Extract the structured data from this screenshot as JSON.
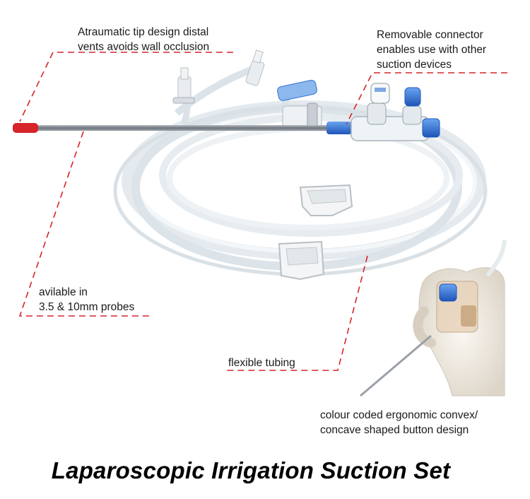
{
  "callouts": {
    "tip": [
      "Atraumatic tip design distal",
      "vents avoids wall occlusion"
    ],
    "connector": [
      "Removable connector",
      "enables use with other",
      "suction devices"
    ],
    "probes": [
      "avilable in",
      "3.5 & 10mm probes"
    ],
    "tubing": [
      "flexible tubing"
    ],
    "button": [
      "colour coded ergonomic convex/",
      "concave shaped button design"
    ]
  },
  "title": "Laparoscopic Irrigation Suction Set",
  "colors": {
    "callout_line": "#d6242a",
    "probe_tip": "#d6242a",
    "connector_blue": "#2f6fd6",
    "probe_shaft": "#7d848c",
    "tubing": "#dfe6ea",
    "glove": "#f1ece4"
  }
}
